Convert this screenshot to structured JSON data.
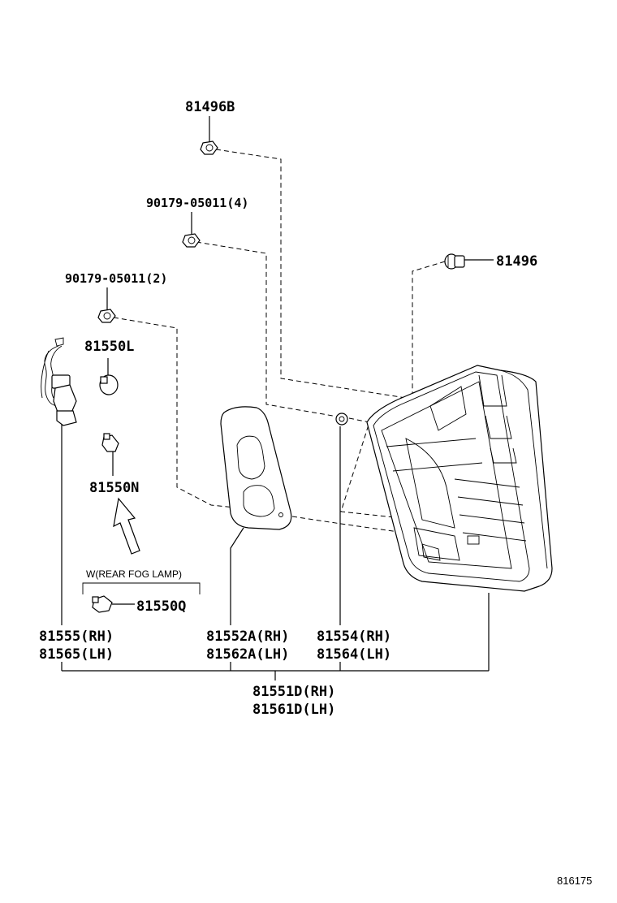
{
  "labels": {
    "clip_b": "81496B",
    "nut_4": "90179-05011(4)",
    "nut_2": "90179-05011(2)",
    "clip": "81496",
    "bulb_l": "81550L",
    "bulb_n": "81550N",
    "note": "W(REAR FOG LAMP)",
    "bulb_q": "81550Q",
    "socket_rh": "81555(RH)",
    "socket_lh": "81565(LH)",
    "gasket_rh": "81552A(RH)",
    "gasket_lh": "81562A(LH)",
    "lens_rh": "81554(RH)",
    "lens_lh": "81564(LH)",
    "assy_rh": "81551D(RH)",
    "assy_lh": "81561D(LH)",
    "ref": "816175"
  }
}
